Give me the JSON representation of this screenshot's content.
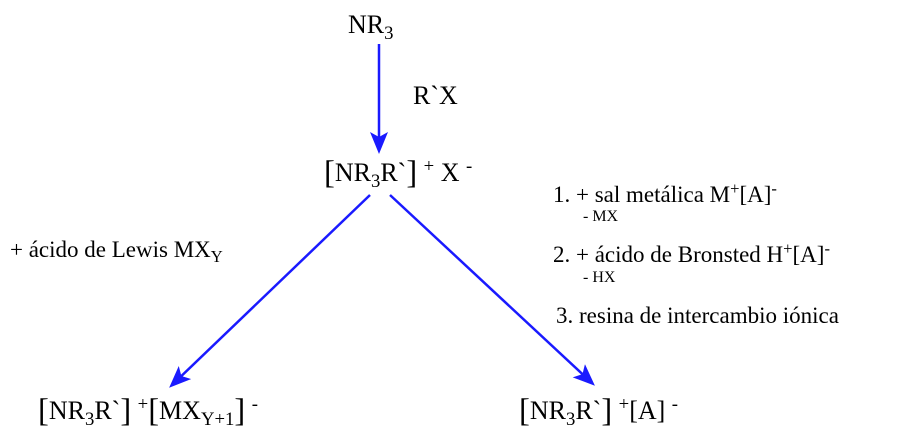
{
  "diagram": {
    "colors": {
      "arrow": "#1a1aff",
      "text": "#000000"
    },
    "start": {
      "main": "NR",
      "sub": "3"
    },
    "step1_reagent": "R`X",
    "intermediate": {
      "open": "[",
      "a": "NR",
      "sub": "3",
      "b": "R`",
      "close": "]",
      "charge_plus": "+",
      "anion": "X",
      "charge_minus": "-"
    },
    "left_branch": {
      "reagent": "+ ácido de Lewis MX",
      "reagent_sub": "Y"
    },
    "right_branch": {
      "step1": {
        "text": "1. + sal metálica M",
        "sup": "+",
        "tail": "[A]",
        "tail_sup": "-"
      },
      "step1_byproduct": "-  MX",
      "step2": {
        "text": "2. + ácido de Bronsted H",
        "sup": "+",
        "tail": "[A]",
        "tail_sup": "-"
      },
      "step2_byproduct": "-  HX",
      "step3": "3. resina de intercambio iónica"
    },
    "product_left": {
      "open": "[",
      "a": "NR",
      "sub": "3",
      "b": "R`",
      "close": "]",
      "charge_plus": "+",
      "open2": "[",
      "anion": "MX",
      "anion_sub": "Y+1",
      "close2": "]",
      "charge_minus": "-"
    },
    "product_right": {
      "open": "[",
      "a": "NR",
      "sub": "3",
      "b": "R`",
      "close": "]",
      "charge_plus": "+",
      "anion": "[A]",
      "charge_minus": "-"
    }
  }
}
